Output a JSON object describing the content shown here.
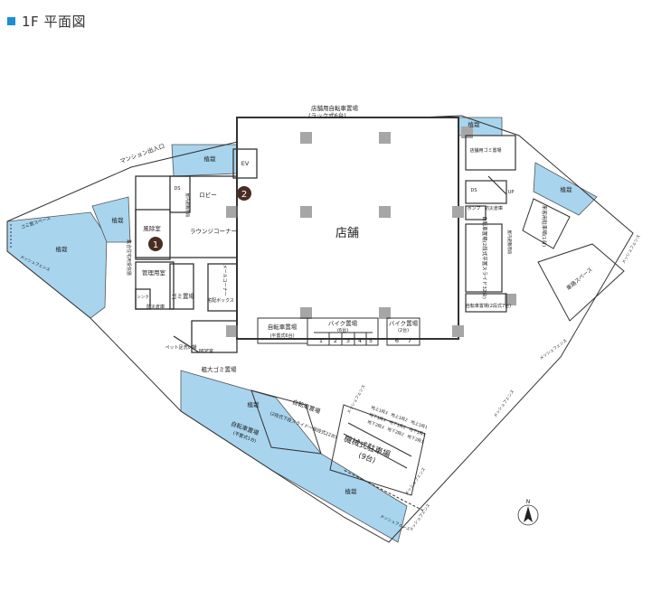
{
  "header": {
    "title": "1F 平面図",
    "accent_color": "#1a8fd6"
  },
  "colors": {
    "planting": "#a8d4ee",
    "column": "#a6a6a6",
    "wall": "#333333",
    "marker": "#4a2d22"
  },
  "labels": {
    "shop_bicycle_top": "店舗用自転車置場",
    "shop_bicycle_top_sub": "(ラック式6台)",
    "planting": "植栽",
    "mansion_entrance": "マンション出入口",
    "garbage_space": "ゴミ置スペース",
    "ev": "EV",
    "ds": "DS",
    "lobby": "ロビー",
    "internal_stair": "屋内避難階段",
    "windscreen": "風除室",
    "lounge": "ラウンジコーナー",
    "shop": "店舗",
    "mail_corner": "メールコーナー",
    "manager_room": "管理用室",
    "garbage_room": "ゴミ置場",
    "delivery_box": "宅配ボックス",
    "disaster_storage": "防災倉庫",
    "intercom": "集合住宅用受信盤",
    "sink": "シンク",
    "bicycle_flat": "自転車置場",
    "bicycle_flat_sub": "(平置式6台)",
    "bike_6": "バイク置場",
    "bike_6_sub": "(6台)",
    "bike_2": "バイク置場",
    "bike_2_sub": "(2台)",
    "bike_nums": [
      "1",
      "2",
      "3",
      "4",
      "5",
      "6",
      "7"
    ],
    "shop_garbage": "店舗用ゴミ置場",
    "pump": "ポンプ",
    "shop_stair": "屋内避難階段",
    "up": "UP",
    "bicycle_2tier_32": "自転車置場(2段式平置スライド32台)",
    "bicycle_2tier_8": "自転車置場(2段式7台)",
    "visitor_parking": "来客用駐車場(1台)",
    "drive_space": "車路スペース",
    "pet_sink": "ペット足洗い場",
    "mdf": "MDF室",
    "bulky_garbage": "粗大ゴミ置場",
    "bicycle_22": "自転車置場",
    "bicycle_22_sub": "(2段式下段スライド一般段式22台)",
    "bicycle_flat_2": "自転車置場",
    "bicycle_flat_2_sub": "(平置式1台)",
    "mech_parking": "機械式駐車場",
    "mech_parking_sub": "(9台)",
    "mech_slots": [
      "地上1段3",
      "地上1段2",
      "地上1段1",
      "地下1段3",
      "地下1段2",
      "地下1段1",
      "地下2段3",
      "地下2段2",
      "地下2段1"
    ],
    "mesh_fence": "メッシュフェンス",
    "compass_n": "N"
  },
  "markers": [
    {
      "id": "1"
    },
    {
      "id": "2"
    }
  ]
}
